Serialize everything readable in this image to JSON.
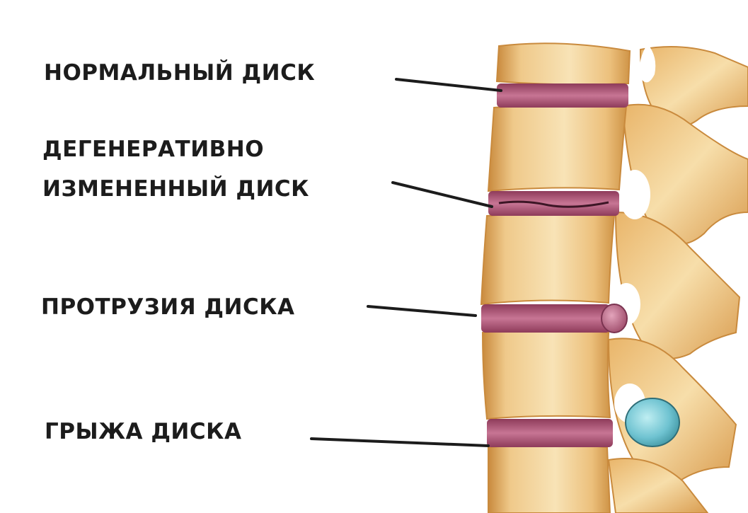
{
  "labels": {
    "normal_disc": "НОРМАЛЬНЫЙ ДИСК",
    "degenerative_line1": "ДЕГЕНЕРАТИВНО",
    "degenerative_line2": "ИЗМЕНЕННЫЙ ДИСК",
    "protrusion": "ПРОТРУЗИЯ ДИСКА",
    "hernia": "ГРЫЖА ДИСКА"
  },
  "colors": {
    "background": "#ffffff",
    "bone_light": "#f6dca8",
    "bone_mid": "#e9b56a",
    "bone_dark": "#c98a3d",
    "disc": "#b85a7a",
    "disc_dark": "#8e3b5a",
    "hernia": "#6fc3d1",
    "leader_line": "#1c1c1c",
    "label_text": "#1c1c1c"
  }
}
